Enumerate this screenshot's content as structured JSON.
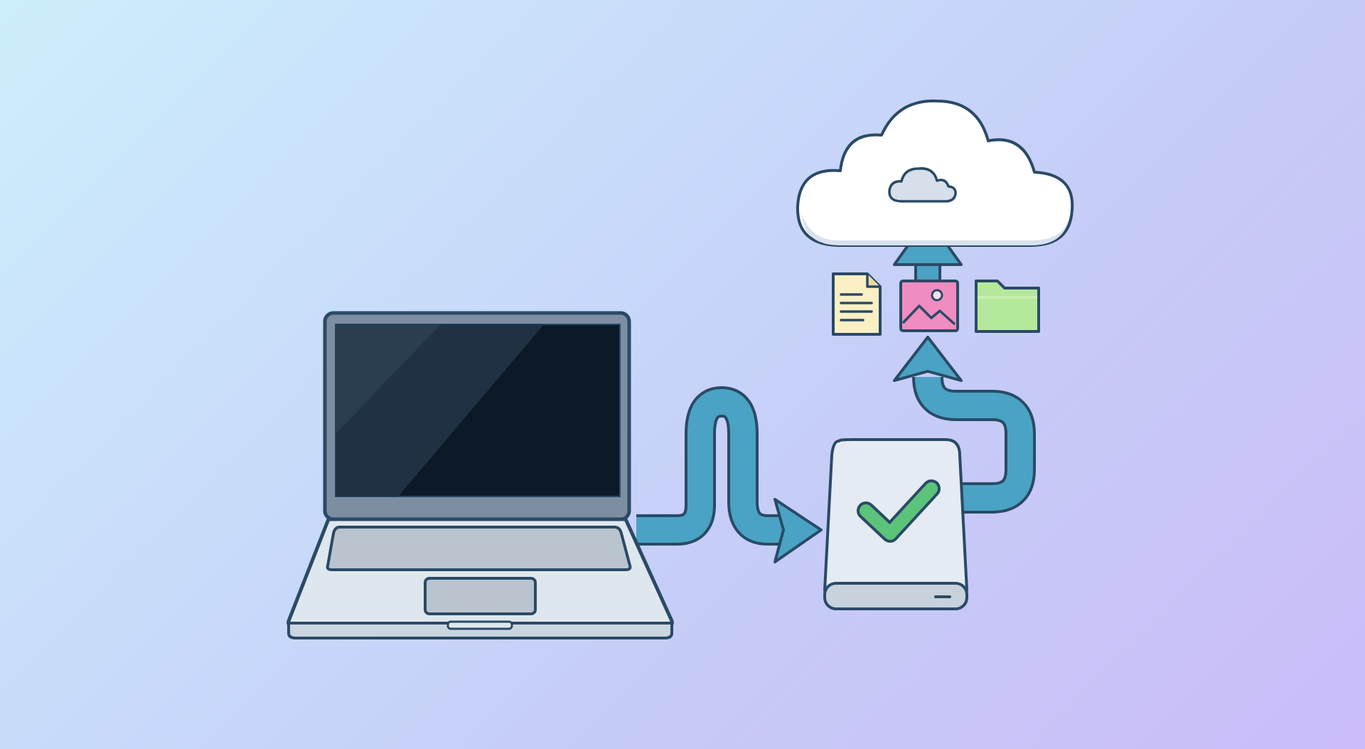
{
  "diagram": {
    "nodes": [
      {
        "id": "laptop",
        "icon": "laptop-icon"
      },
      {
        "id": "external-drive",
        "icon": "external-drive-icon",
        "status_icon": "checkmark-icon"
      },
      {
        "id": "files",
        "items": [
          "document-icon",
          "image-file-icon",
          "folder-icon"
        ]
      },
      {
        "id": "cloud",
        "icon": "cloud-icon"
      }
    ],
    "edges": [
      {
        "from": "laptop",
        "to": "external-drive"
      },
      {
        "from": "external-drive",
        "to": "files"
      },
      {
        "from": "files",
        "to": "cloud"
      }
    ]
  },
  "colors": {
    "background_start": "#cdeefc",
    "background_end": "#cbbcf8",
    "outline": "#2a4a66",
    "arrow": "#4aa3c4",
    "screen": "#0c1a28",
    "device_body": "#e4ebf2",
    "check": "#5cc47a",
    "document": "#fbf0c4",
    "image": "#f08cc0",
    "folder": "#b4e89a",
    "cloud": "#ffffff"
  }
}
